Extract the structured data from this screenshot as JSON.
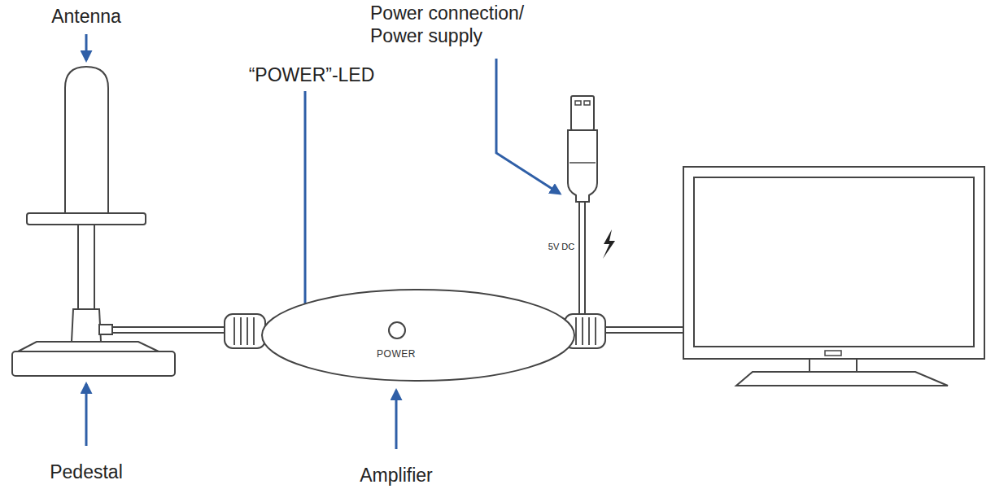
{
  "diagram": {
    "nodes": [
      {
        "text": [
          "POWER"
        ]
      }
    ],
    "labels": [
      "Antenna",
      "Power connection/ Power supply",
      "“POWER”-LED",
      "5V DC",
      "Pedestal",
      "Amplifier"
    ]
  }
}
